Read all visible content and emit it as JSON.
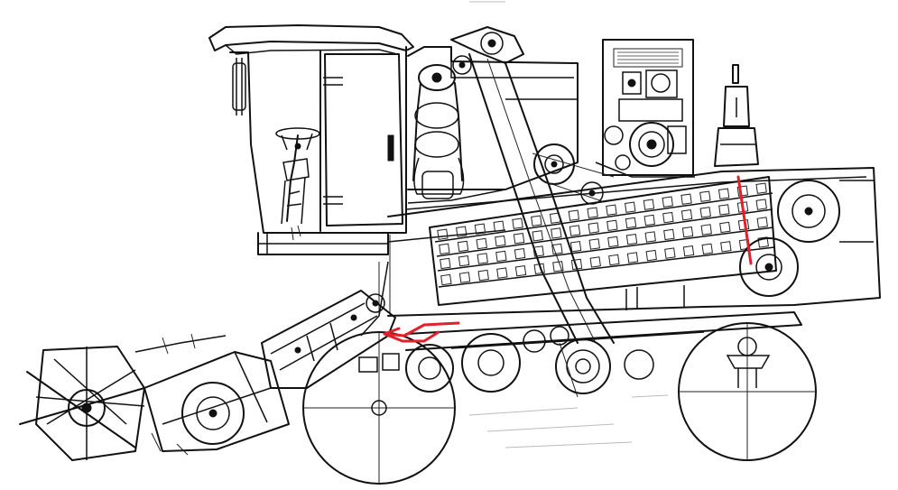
{
  "diagram": {
    "subject": "combine-harvester-side-elevation",
    "line_color": "#111111",
    "background": "#ffffff",
    "highlight_color": "#e0202a",
    "highlights": [
      {
        "kind": "line",
        "meaning": "section-marker"
      },
      {
        "kind": "arrow",
        "meaning": "flow-direction"
      }
    ]
  }
}
